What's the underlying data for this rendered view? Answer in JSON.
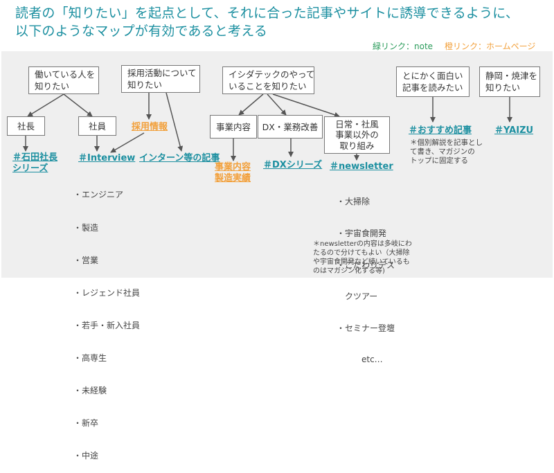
{
  "header": {
    "title_line1": "読者の「知りたい」を起点として、それに合った記事やサイトに誘導できるように、",
    "title_line2": "以下のようなマップが有効であると考える"
  },
  "legend": {
    "green": "緑リンク：note",
    "orange": "橙リンク：ホームページ"
  },
  "colors": {
    "teal": "#1b8fa0",
    "orange": "#f2a03b",
    "green": "#2a9b5a",
    "panel": "#efefef"
  },
  "boxes": {
    "workers": "働いている人を\n知りたい",
    "recruit": "採用活動について\n知りたい",
    "company": "イシダテックのやって\nいることを知りたい",
    "fun": "とにかく面白い\n記事を読みたい",
    "local": "静岡・焼津を\n知りたい",
    "president": "社長",
    "staff": "社員",
    "business": "事業内容",
    "dx": "DX・業務改善",
    "daily": "日常・社風\n事業以外の\n取り組み"
  },
  "links": {
    "president_series": "＃石田社長\nシリーズ",
    "interview": "＃Interview",
    "recruit_info": "採用情報",
    "intern": "インターン等の記事",
    "business_results": "事業内容\n製造実績",
    "dx_series": "＃DXシリーズ",
    "newsletter": "＃newsletter",
    "recommended": "＃おすすめ記事",
    "yaizu": "＃YAIZU"
  },
  "lists": {
    "interview_list": [
      "・エンジニア",
      "・製造",
      "・営業",
      "・レジェンド社員",
      "・若手・新入社員",
      "・高専生",
      "・未経験",
      "・新卒",
      "・中途"
    ],
    "newsletter_list": [
      "・大掃除",
      "・宇宙食開発",
      "・こだわりデス",
      "　クツアー",
      "・セミナー登壇",
      "　　　etc…"
    ]
  },
  "notes": {
    "recommended_note": "＊個別解説を記事とし\nて書き、マガジンの\nトップに固定する",
    "newsletter_note": "＊newsletterの内容は多岐にわ\nたるので分けてもよい（大掃除\nや宇宙食開発など続いているも\nのはマガジン化する等)"
  }
}
